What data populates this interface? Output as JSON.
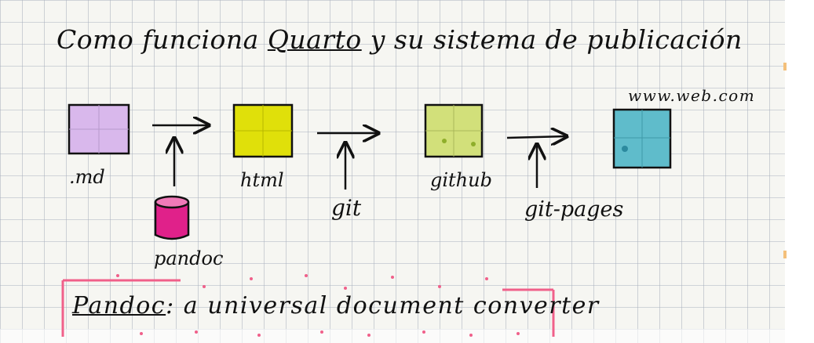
{
  "title": {
    "before": "Como funciona ",
    "highlight": "Quarto",
    "after": " y su sistema de publicación"
  },
  "url": "www.web.com",
  "labels": {
    "md": ".md",
    "html": "html",
    "git": "git",
    "github": "github",
    "git_pages": "git-pages",
    "pandoc": "pandoc"
  },
  "footer": {
    "term": "Pandoc",
    "definition": ": a universal document converter"
  },
  "colors": {
    "paper": "#f6f6f2",
    "grid": "#a8b0bd",
    "ink": "#111111",
    "md_box": "#d9b8ec",
    "html_box": "#e0e00a",
    "github_box": "#d2e07a",
    "web_box": "#5fbccb",
    "pandoc_cylinder": "#e0218a",
    "pink_accent": "#f0608a"
  }
}
